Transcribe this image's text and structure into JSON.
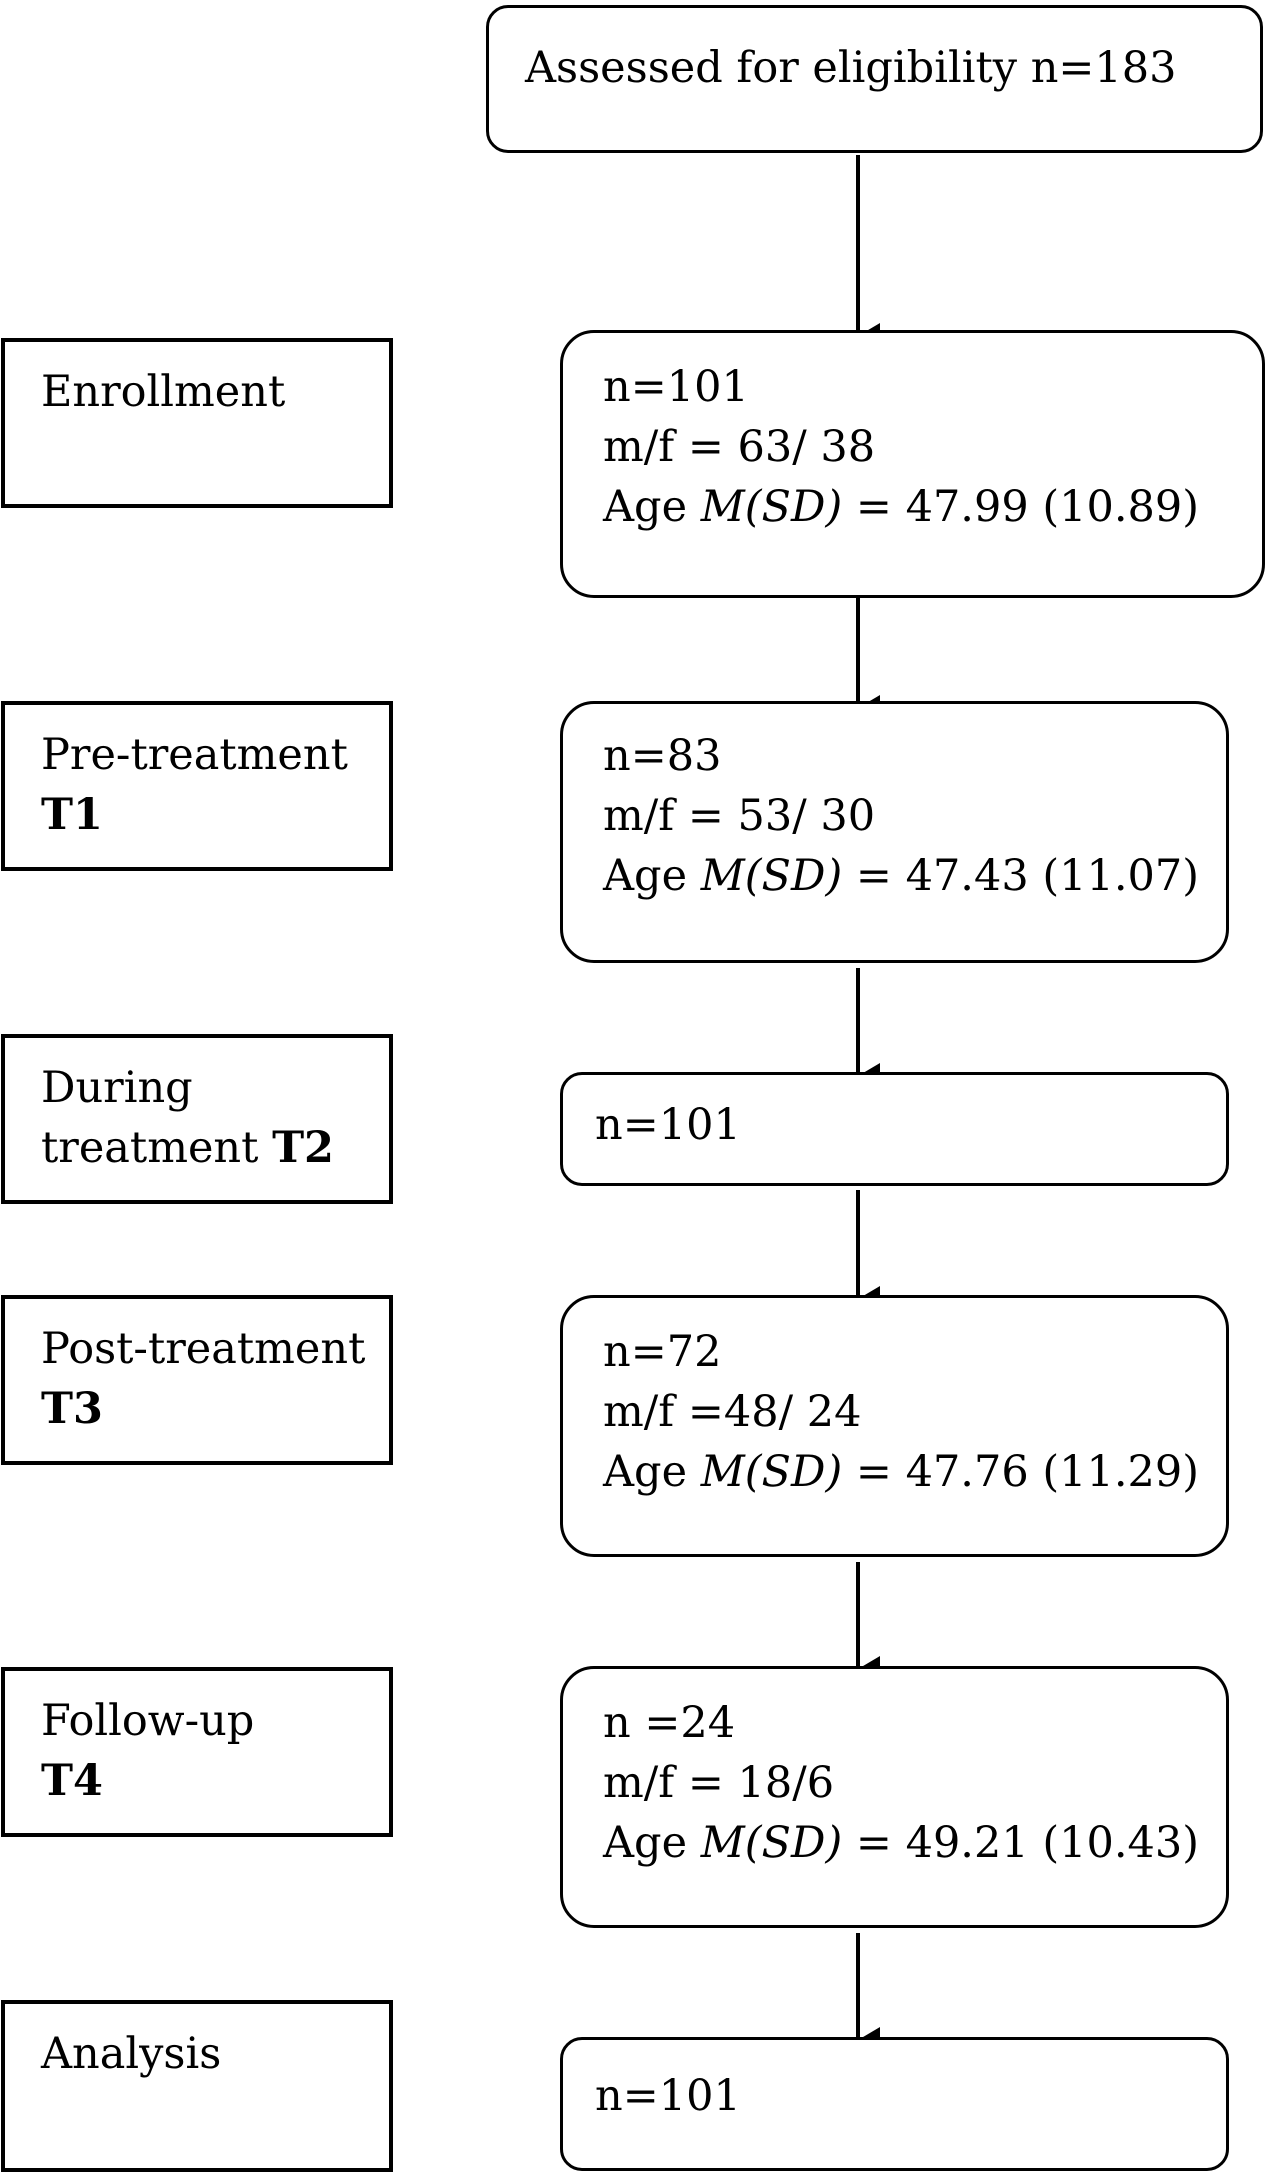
{
  "header_box": {
    "text": "Assessed for eligibility n=183"
  },
  "stages": [
    {
      "id": "enrollment",
      "line1": "Enrollment",
      "line2_prefix": "",
      "line2_bold": ""
    },
    {
      "id": "t1",
      "line1": "Pre-treatment",
      "line2_prefix": "",
      "line2_bold": "T1"
    },
    {
      "id": "t2",
      "line1": "During",
      "line2_prefix": "treatment ",
      "line2_bold": "T2"
    },
    {
      "id": "t3",
      "line1": "Post-treatment",
      "line2_prefix": "",
      "line2_bold": "T3"
    },
    {
      "id": "t4",
      "line1": "Follow-up",
      "line2_prefix": " ",
      "line2_bold": "T4"
    },
    {
      "id": "analysis",
      "line1": "Analysis",
      "line2_prefix": "",
      "line2_bold": ""
    }
  ],
  "stats": [
    {
      "id": "enrollment",
      "n": "n=101",
      "mf": "m/f = 63/ 38",
      "age_prefix": "Age ",
      "age_stat": "M(SD)",
      "age_value": " = 47.99 (10.89)"
    },
    {
      "id": "t1",
      "n": "n=83",
      "mf": "m/f = 53/ 30",
      "age_prefix": "Age ",
      "age_stat": "M(SD)",
      "age_value": " = 47.43 (11.07)"
    },
    {
      "id": "t2",
      "n": "n=101"
    },
    {
      "id": "t3",
      "n": "n=72",
      "mf": "m/f =48/ 24",
      "age_prefix": "Age ",
      "age_stat": "M(SD)",
      "age_value": " = 47.76 (11.29)"
    },
    {
      "id": "t4",
      "n": "n =24",
      "mf": "m/f = 18/6",
      "age_prefix": "Age ",
      "age_stat": "M(SD)",
      "age_value": " = 49.21 (10.43)"
    },
    {
      "id": "analysis",
      "n": "n=101"
    }
  ]
}
